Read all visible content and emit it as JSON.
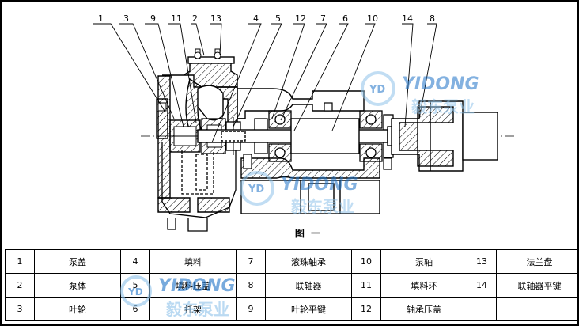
{
  "callouts": [
    "1",
    "3",
    "9",
    "11",
    "2",
    "13",
    "4",
    "5",
    "12",
    "7",
    "6",
    "10",
    "14",
    "8"
  ],
  "caption": "图 一",
  "watermark": {
    "latin": "YIDONG",
    "badge": "YD",
    "chinese": "毅东泵业"
  },
  "parts": [
    {
      "no": "1",
      "name": "泵盖"
    },
    {
      "no": "2",
      "name": "泵体"
    },
    {
      "no": "3",
      "name": "叶轮"
    },
    {
      "no": "4",
      "name": "填料"
    },
    {
      "no": "5",
      "name": "填料压盖"
    },
    {
      "no": "6",
      "name": "托架"
    },
    {
      "no": "7",
      "name": "滚珠轴承"
    },
    {
      "no": "8",
      "name": "联轴器"
    },
    {
      "no": "9",
      "name": "叶轮平键"
    },
    {
      "no": "10",
      "name": "泵轴"
    },
    {
      "no": "11",
      "name": "填料环"
    },
    {
      "no": "12",
      "name": "轴承压盖"
    },
    {
      "no": "13",
      "name": "法兰盘"
    },
    {
      "no": "14",
      "name": "联轴器平键"
    }
  ],
  "colors": {
    "line": "#000000",
    "watermark_blue": "#1e73c8",
    "watermark_light": "#8fc3ea",
    "accent": "#2f6fb3"
  }
}
